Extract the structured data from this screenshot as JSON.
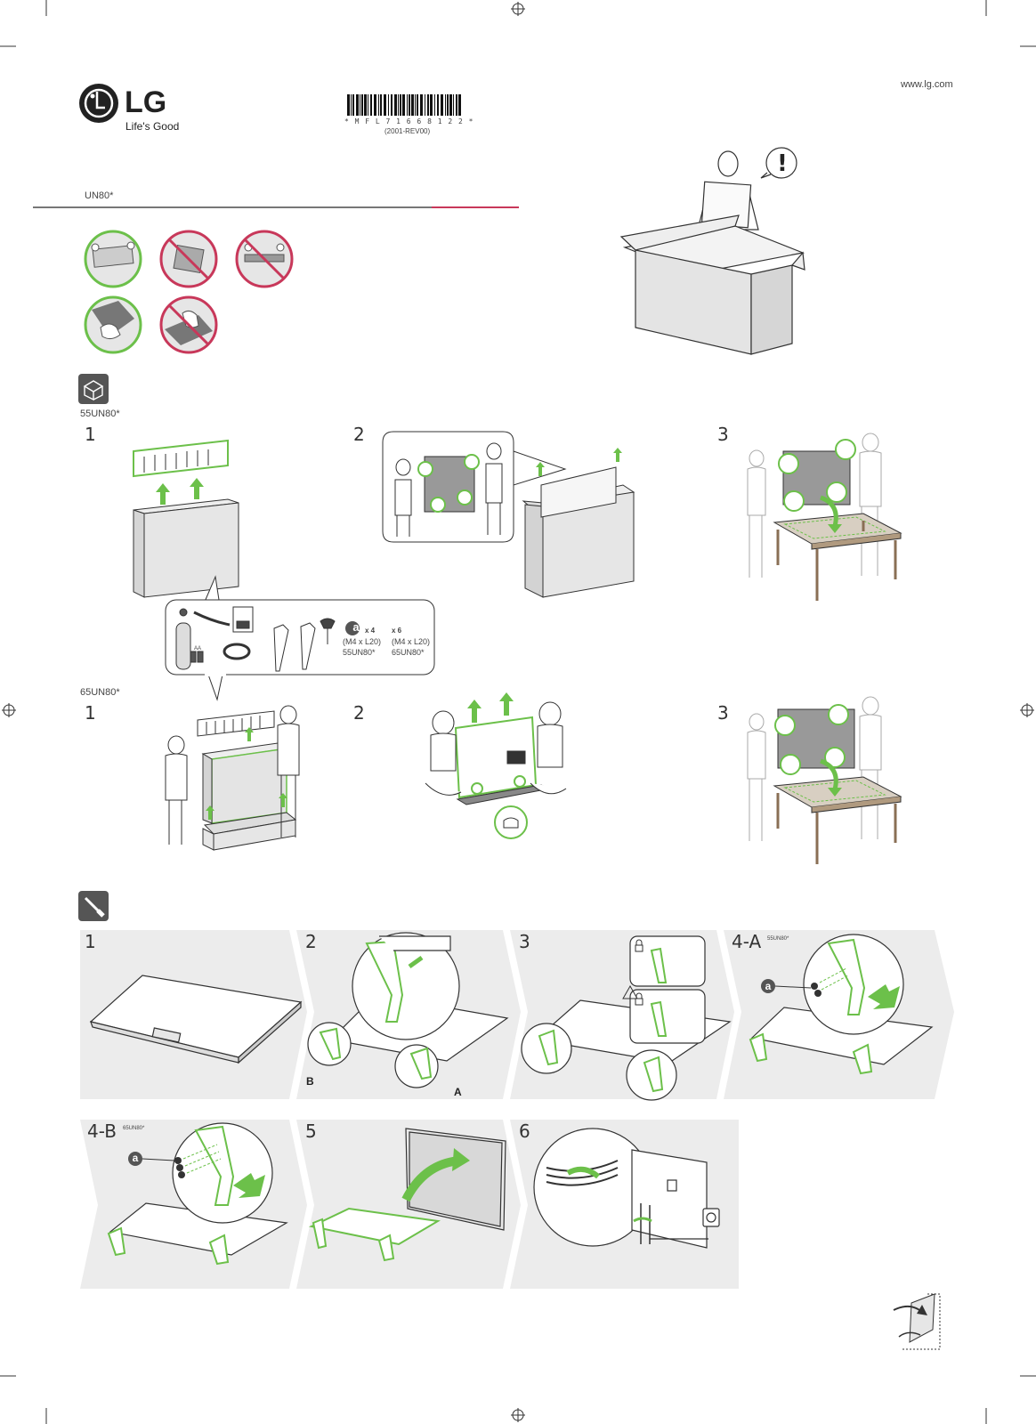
{
  "header": {
    "brand": "LG",
    "tagline": "Life's Good",
    "website": "www.lg.com",
    "model": "UN80*",
    "barcode_text": "* M F L 7 1 6 6 8 1 2 2 *",
    "barcode_rev": "(2001-REV00)"
  },
  "unpack": {
    "model_55": "55UN80*",
    "model_65": "65UN80*",
    "steps": [
      "1",
      "2",
      "3"
    ]
  },
  "accessories": {
    "battery_label": "AA",
    "screw_a_count": "x 4",
    "screw_a_spec": "(M4 x L20)",
    "screw_a_model": "55UN80*",
    "screw_b_count": "x 6",
    "screw_b_spec": "(M4 x L20)",
    "screw_b_model": "65UN80*",
    "screw_letter": "a"
  },
  "assembly": {
    "steps": {
      "s1": "1",
      "s2": "2",
      "s3": "3",
      "s4a": "4-A",
      "s4a_model": "55UN80*",
      "s4b": "4-B",
      "s4b_model": "65UN80*",
      "s5": "5",
      "s6": "6"
    },
    "stand_b": "B",
    "stand_a": "A",
    "screw_letter": "a"
  },
  "colors": {
    "lg_red": "#a50034",
    "accent_green": "#6cc04a",
    "forbidden": "#c8385a"
  }
}
